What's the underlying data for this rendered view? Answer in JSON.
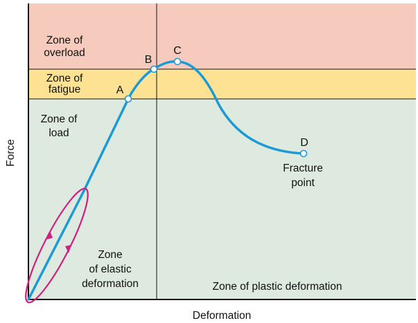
{
  "axes": {
    "x_label": "Deformation",
    "y_label": "Force"
  },
  "zones": {
    "overload": [
      "Zone of",
      "overload"
    ],
    "fatigue": [
      "Zone of",
      "fatigue"
    ],
    "load": [
      "Zone of",
      "load"
    ],
    "elastic": [
      "Zone",
      "of elastic",
      "deformation"
    ],
    "plastic": "Zone of plastic deformation"
  },
  "points": {
    "a": "A",
    "b": "B",
    "c": "C",
    "d": "D"
  },
  "fracture": [
    "Fracture",
    "point"
  ],
  "colors": {
    "overload_fill": "#f6cbbd",
    "fatigue_fill": "#fde294",
    "load_fill": "#deeadf",
    "curve": "#1c9ad6",
    "hysteresis": "#d01f7e",
    "axis": "#111111"
  }
}
